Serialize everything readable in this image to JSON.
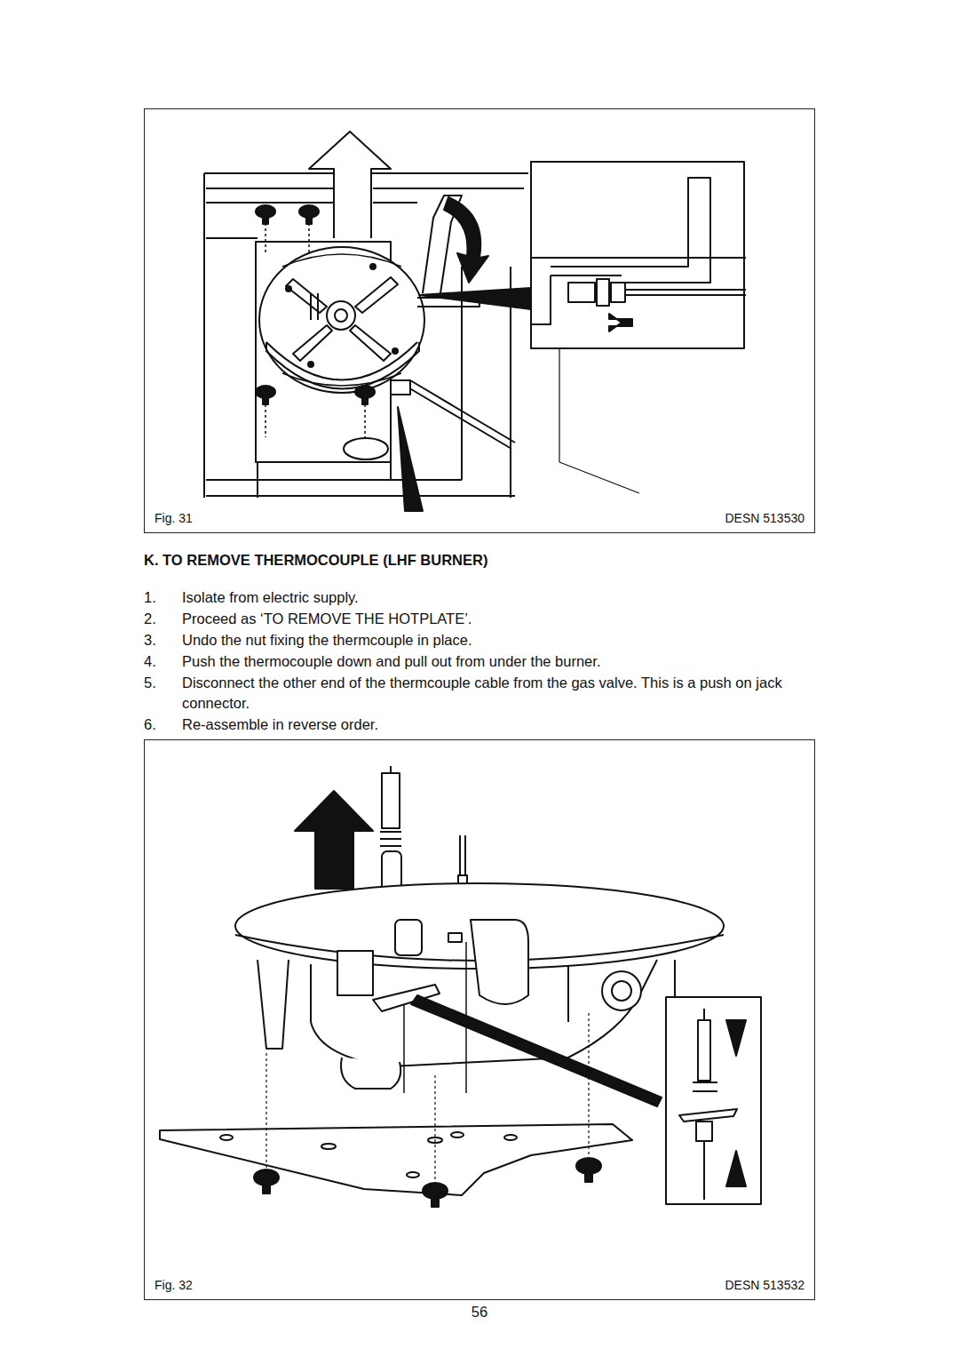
{
  "diagram": {
    "title": "K. TO REMOVE THERMOCOUPLE (LHF BURNER)",
    "nodes": [
      {
        "text": [
          "Fig. 31",
          "DESN 513530"
        ]
      },
      {
        "text": [
          "Fig. 32",
          "DESN 513532"
        ]
      }
    ],
    "labels": [
      "1.",
      "Isolate from electric supply.",
      "2.",
      "Proceed as ‘TO REMOVE THE HOTPLATE’.",
      "3.",
      "Undo the nut fixing the thermcouple in place.",
      "4.",
      "Push the thermocouple down and pull out from under the burner.",
      "5.",
      "Disconnect the other end of the thermcouple cable from the gas valve. This is a push on jack connector.",
      "6.",
      "Re-assemble in reverse order.",
      "56"
    ]
  }
}
